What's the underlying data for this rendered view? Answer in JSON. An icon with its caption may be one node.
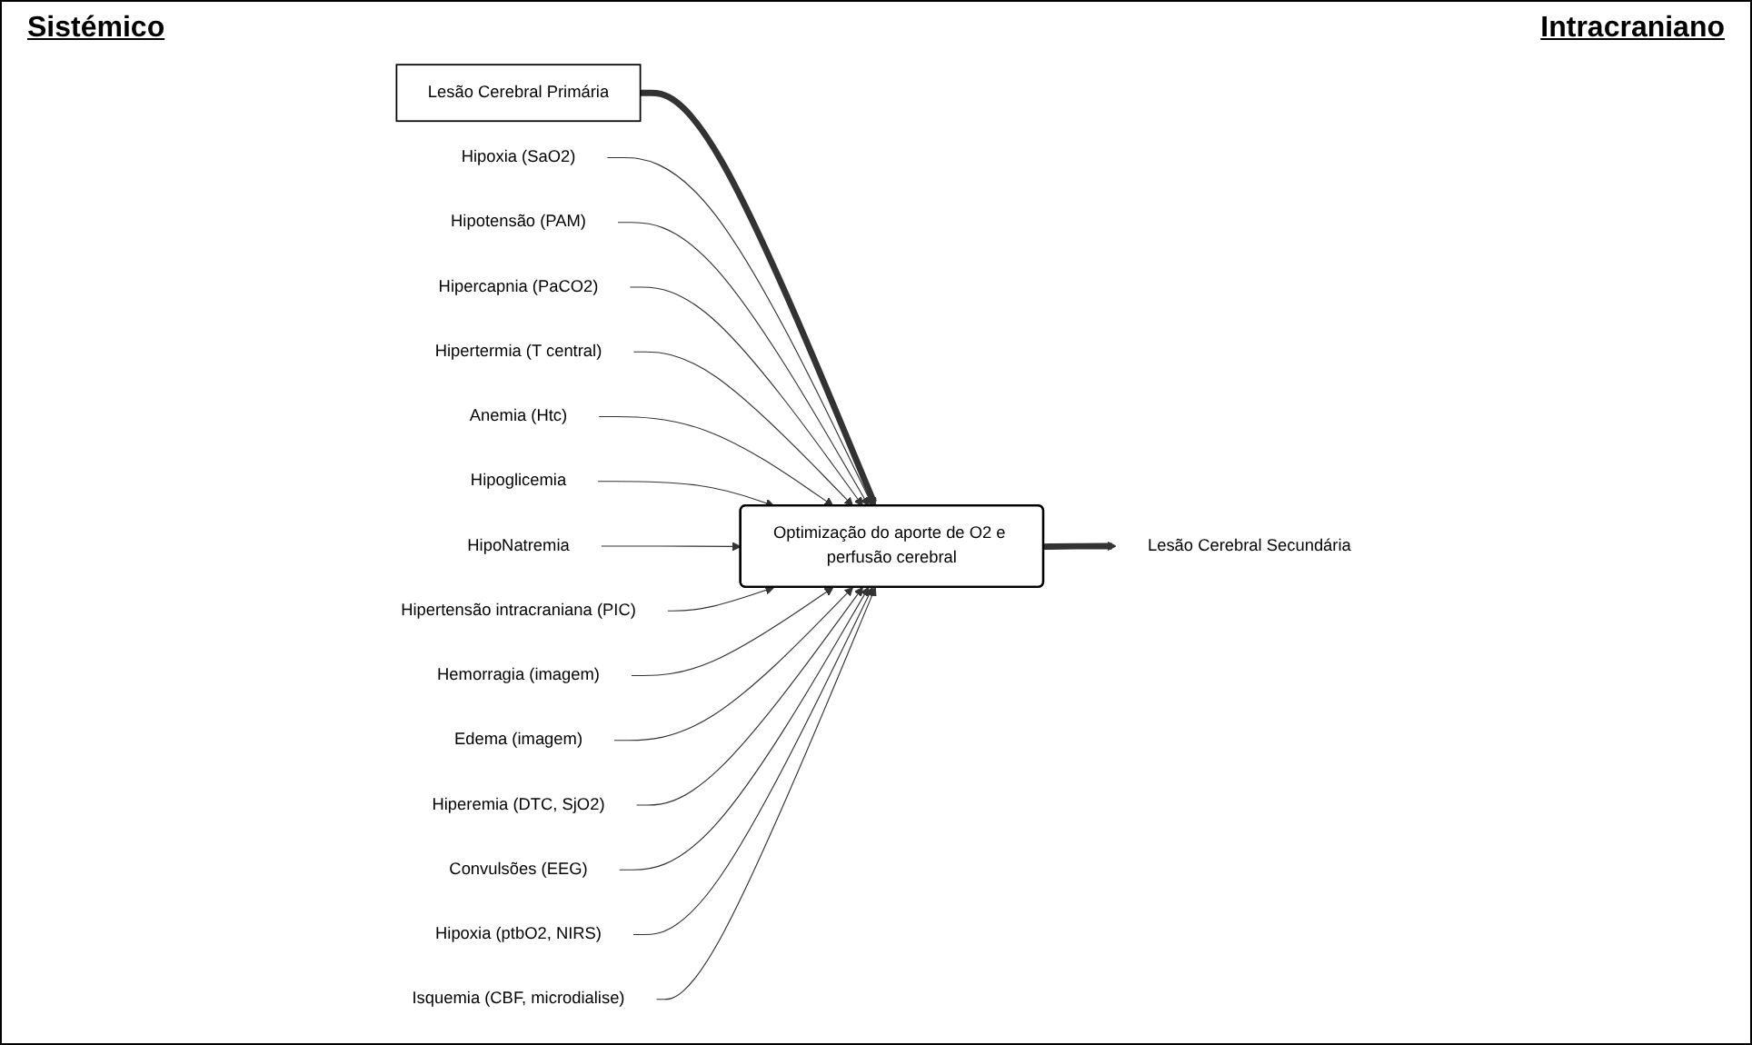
{
  "diagram": {
    "nodes": [
      {
        "text": [
          "Lesão Cerebral Primária"
        ]
      },
      {
        "text": [
          "Optimização do aporte de O2 e perfusão cerebral"
        ]
      },
      {
        "text": [
          "Lesão Cerebral Secundária"
        ]
      },
      {
        "text": [
          "Hipoxia (SaO2)"
        ]
      },
      {
        "text": [
          "Hipotensão (PAM)"
        ]
      },
      {
        "text": [
          "Hipercapnia (PaCO2)"
        ]
      },
      {
        "text": [
          "Hipertermia (T central)"
        ]
      },
      {
        "text": [
          "Anemia (Htc)"
        ]
      },
      {
        "text": [
          "Hipoglicemia"
        ]
      },
      {
        "text": [
          "HipoNatremia"
        ]
      },
      {
        "text": [
          "Hipertensão intracraniana (PIC)"
        ]
      },
      {
        "text": [
          "Hemorragia (imagem)"
        ]
      },
      {
        "text": [
          "Edema (imagem)"
        ]
      },
      {
        "text": [
          "Hiperemia (DTC, SjO2)"
        ]
      },
      {
        "text": [
          "Convulsões (EEG)"
        ]
      },
      {
        "text": [
          "Hipoxia (ptbO2, NIRS)"
        ]
      },
      {
        "text": [
          "Isquemia (CBF, microdialise)"
        ]
      }
    ],
    "edges": [
      {
        "from": 0,
        "to": 1,
        "arrow": "to",
        "style": "thick"
      },
      {
        "from": 1,
        "to": 2,
        "arrow": "to",
        "style": "thick"
      },
      {
        "from": 3,
        "to": 1,
        "arrow": "to"
      },
      {
        "from": 4,
        "to": 1,
        "arrow": "to"
      },
      {
        "from": 5,
        "to": 1,
        "arrow": "to"
      },
      {
        "from": 6,
        "to": 1,
        "arrow": "to"
      },
      {
        "from": 7,
        "to": 1,
        "arrow": "to"
      },
      {
        "from": 8,
        "to": 1,
        "arrow": "to"
      },
      {
        "from": 9,
        "to": 1,
        "arrow": "to"
      },
      {
        "from": 10,
        "to": 1,
        "arrow": "to"
      },
      {
        "from": 11,
        "to": 1,
        "arrow": "to"
      },
      {
        "from": 12,
        "to": 1,
        "arrow": "to"
      },
      {
        "from": 13,
        "to": 1,
        "arrow": "to"
      },
      {
        "from": 14,
        "to": 1,
        "arrow": "to"
      },
      {
        "from": 15,
        "to": 1,
        "arrow": "to"
      },
      {
        "from": 16,
        "to": 1,
        "arrow": "to"
      }
    ],
    "labels": [
      "Sistémico",
      "Intracraniano"
    ]
  }
}
